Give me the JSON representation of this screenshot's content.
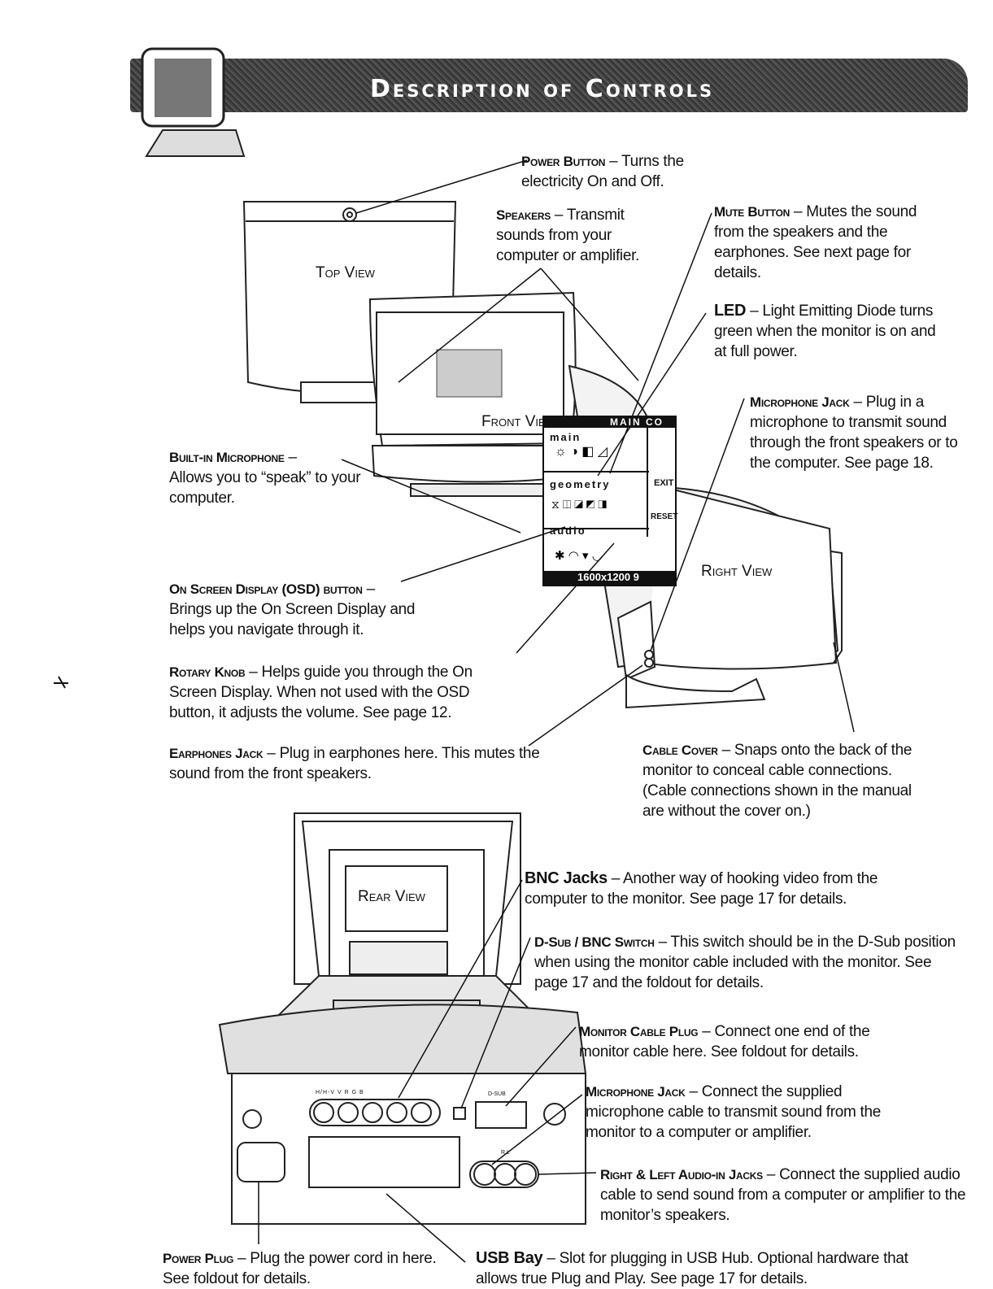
{
  "header": {
    "title": "Description of Controls"
  },
  "views": {
    "top": "Top View",
    "front": "Front View",
    "right": "Right View",
    "rear": "Rear View"
  },
  "osd": {
    "title": "MAIN CO",
    "section_main": "main",
    "section_geometry": "geometry",
    "section_audio": "audio",
    "exit": "EXIT",
    "reset": "RESET",
    "resolution": "1600x1200 9"
  },
  "rear_panel": {
    "bnc_labels": "H/H-V   V   R   G   B",
    "dsub_label": "D-SUB",
    "audio_labels": "R  L"
  },
  "callouts": {
    "power_button": {
      "name": "Power Button",
      "text": "Turns the electricity On and Off."
    },
    "speakers": {
      "name": "Speakers",
      "text": "Transmit sounds from your computer or amplifier."
    },
    "mute_button": {
      "name": "Mute Button",
      "text": "Mutes the sound from the speakers and the earphones. See next page for details."
    },
    "led": {
      "name": "LED",
      "text": "Light Emitting Diode turns green when the monitor is on and at full power."
    },
    "microphone_jack_front": {
      "name": "Microphone Jack",
      "text": "Plug in a microphone to transmit sound through the front speakers or to the computer. See page 18."
    },
    "builtin_microphone": {
      "name": "Built-in Microphone",
      "text": "Allows you to “speak” to your computer."
    },
    "osd_button": {
      "name": "On Screen Display (OSD) button",
      "text": "Brings up the On Screen Display and helps you navigate through it."
    },
    "rotary_knob": {
      "name": "Rotary Knob",
      "text": "Helps guide you through the On Screen Display. When not used with the OSD button, it adjusts the volume. See page 12."
    },
    "earphones_jack": {
      "name": "Earphones Jack",
      "text": "Plug in earphones here. This mutes the sound from the front speakers."
    },
    "cable_cover": {
      "name": "Cable Cover",
      "text": "Snaps onto the back of the monitor to conceal cable connections. (Cable connections shown in the manual are without the cover on.)"
    },
    "bnc_jacks": {
      "name": "BNC Jacks",
      "text": "Another way of hooking video from the computer to the monitor. See page 17 for details."
    },
    "dsub_bnc_switch": {
      "name": "D-Sub / BNC Switch",
      "text": "This switch should be in the D-Sub position when using the monitor cable included with the monitor. See page 17 and the foldout for details."
    },
    "monitor_cable_plug": {
      "name": "Monitor Cable Plug",
      "text": "Connect one end of the monitor cable here. See foldout for details."
    },
    "microphone_jack_rear": {
      "name": "Microphone Jack",
      "text": "Connect the supplied microphone cable to transmit sound from the monitor to a computer or amplifier."
    },
    "audio_in_jacks": {
      "name": "Right & Left Audio-in Jacks",
      "text": "Connect the supplied audio cable to send sound from a computer or amplifier to the monitor’s speakers."
    },
    "power_plug": {
      "name": "Power Plug",
      "text": "Plug the power cord in here. See foldout for details."
    },
    "usb_bay": {
      "name": "USB Bay",
      "text": "Slot for plugging in USB Hub. Optional hardware that allows true Plug and Play. See page 17 for details."
    }
  }
}
